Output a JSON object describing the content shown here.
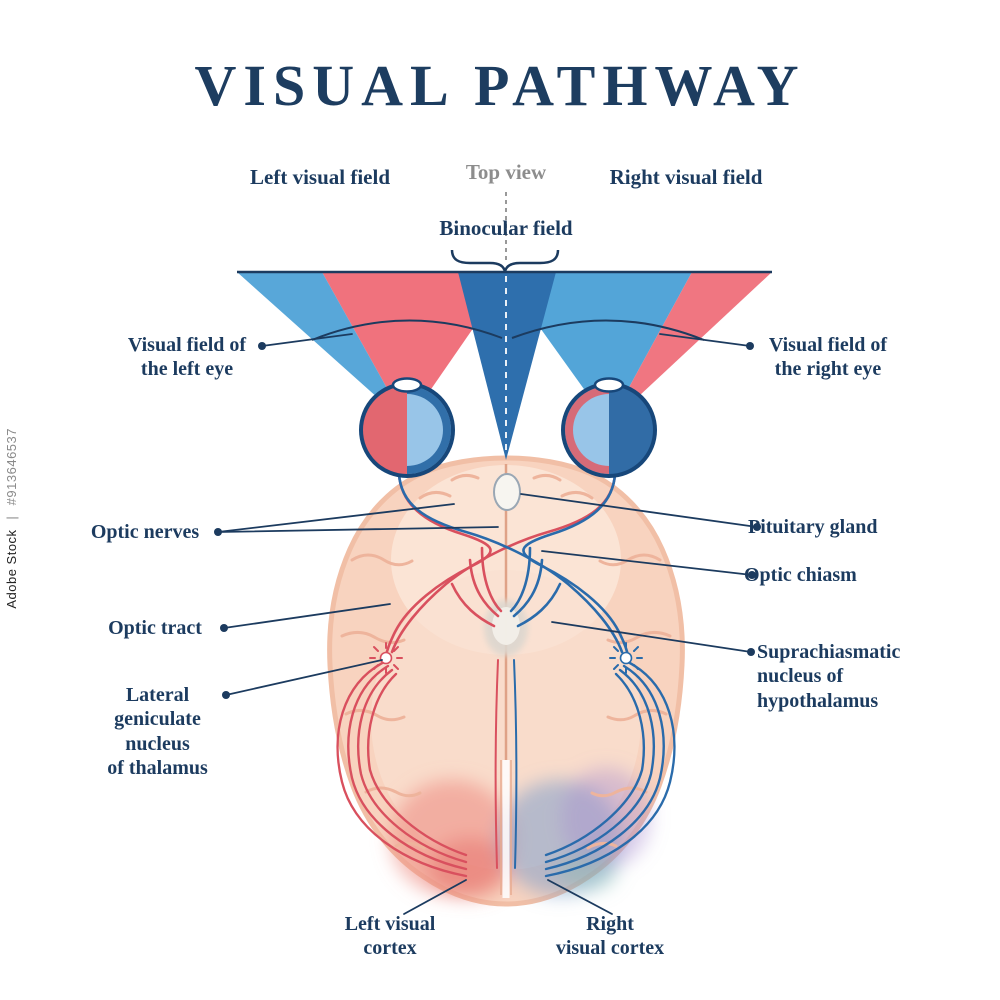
{
  "title": "VISUAL PATHWAY",
  "watermark": {
    "brand": "Adobe Stock",
    "separator": "|",
    "stock_id": "#913646537"
  },
  "labels": {
    "top_view": "Top view",
    "left_visual_field": "Left visual field",
    "right_visual_field": "Right visual field",
    "binocular_field": "Binocular field",
    "visual_field_left_eye_lines": [
      "Visual field of",
      "the left eye"
    ],
    "visual_field_right_eye_lines": [
      "Visual field of",
      "the right eye"
    ],
    "optic_nerves": "Optic nerves",
    "pituitary_gland": "Pituitary gland",
    "optic_chiasm": "Optic chiasm",
    "optic_tract": "Optic tract",
    "suprachiasmatic_lines": [
      "Suprachiasmatic",
      "nucleus of",
      "hypothalamus"
    ],
    "lateral_geniculate_lines": [
      "Lateral",
      "geniculate",
      "nucleus",
      "of thalamus"
    ],
    "left_visual_cortex_lines": [
      "Left visual",
      "cortex"
    ],
    "right_visual_cortex_lines": [
      "Right",
      "visual cortex"
    ]
  },
  "colors": {
    "label_navy": "#1c3b5f",
    "title_navy": "#1d3d60",
    "top_view_gray": "#8d8d8d",
    "field_red": "#ef6a76",
    "field_blue": "#4aa0d6",
    "binocular_blue": "#2e6fad",
    "pathway_red": "#d9505e",
    "pathway_blue": "#2a6bab",
    "brain_peach": "#f8d3bf",
    "eye_dark_blue": "#1f5f9e"
  }
}
